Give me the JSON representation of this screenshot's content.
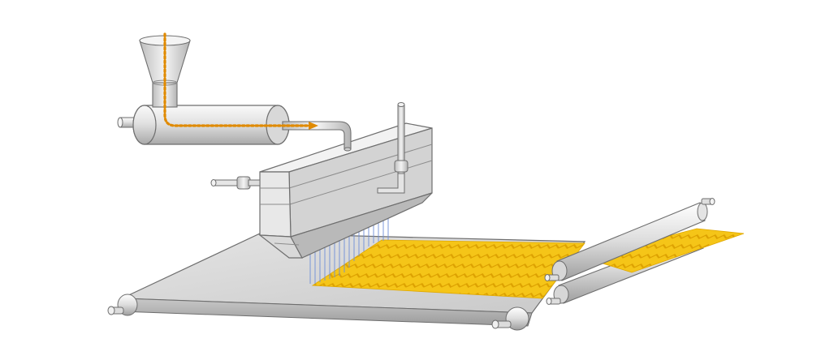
{
  "diagram": {
    "kind": "meltblown-nonwoven-process-illustration",
    "components": [
      {
        "id": "hopper",
        "icon": "hopper-icon"
      },
      {
        "id": "extruder",
        "icon": "extruder-barrel-icon"
      },
      {
        "id": "melt-pipe",
        "icon": "pipe-icon"
      },
      {
        "id": "die-head",
        "icon": "die-head-icon"
      },
      {
        "id": "air-inlet-left",
        "icon": "air-nozzle-icon"
      },
      {
        "id": "air-inlet-right",
        "icon": "air-nozzle-icon"
      },
      {
        "id": "fiber-stream",
        "icon": "fiber-stream-icon"
      },
      {
        "id": "collector-belt",
        "icon": "conveyor-belt-icon"
      },
      {
        "id": "nonwoven-web",
        "icon": "web-sheet-icon"
      },
      {
        "id": "calender-rollers",
        "icon": "roller-icon"
      }
    ],
    "colors": {
      "metal_light": "#f2f2f2",
      "metal_mid": "#d6d6d6",
      "metal_dark": "#a8a8a8",
      "outline": "#6e6e6e",
      "polymer_flow": "#e08a00",
      "web_yellow": "#f5c518",
      "web_pattern": "#e0a800",
      "fiber_blue": "#6f8fd8"
    }
  }
}
